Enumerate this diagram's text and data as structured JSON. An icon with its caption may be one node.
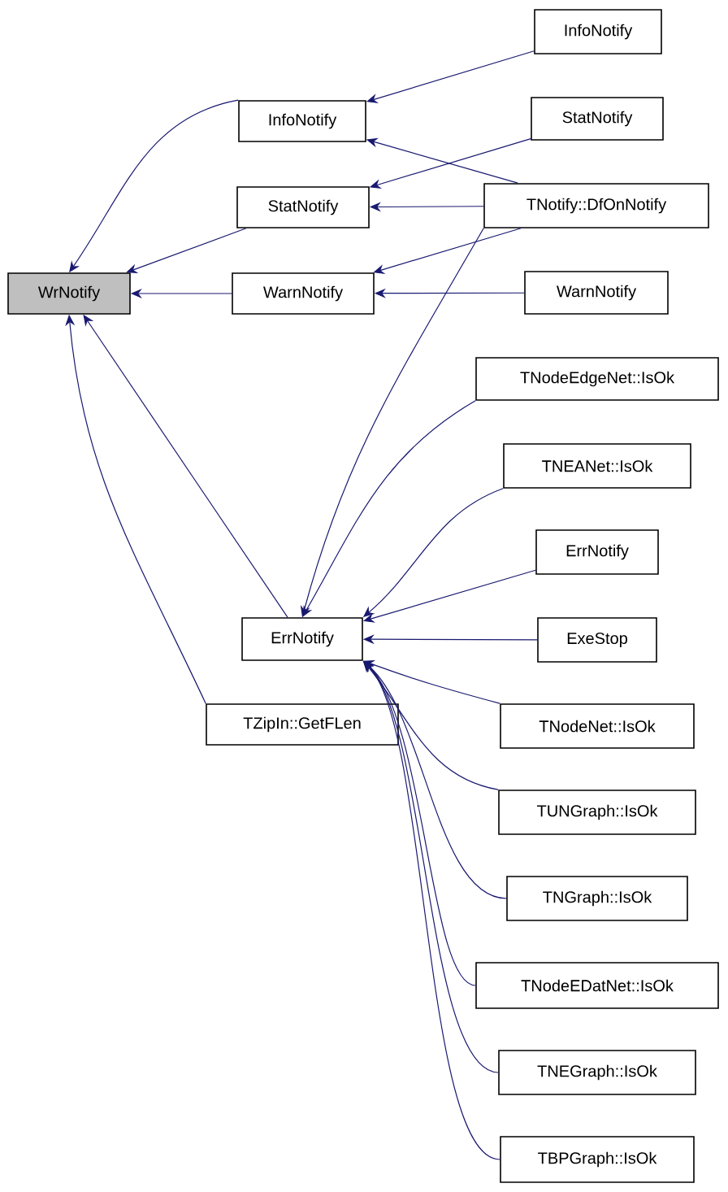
{
  "diagram": {
    "nodes": [
      {
        "text": [
          "WrNotify"
        ]
      },
      {
        "text": [
          "InfoNotify"
        ]
      },
      {
        "text": [
          "StatNotify"
        ]
      },
      {
        "text": [
          "WarnNotify"
        ]
      },
      {
        "text": [
          "ErrNotify"
        ]
      },
      {
        "text": [
          "TZipIn::GetFLen"
        ]
      },
      {
        "text": [
          "InfoNotify"
        ]
      },
      {
        "text": [
          "StatNotify"
        ]
      },
      {
        "text": [
          "TNotify::DfOnNotify"
        ]
      },
      {
        "text": [
          "WarnNotify"
        ]
      },
      {
        "text": [
          "TNodeEdgeNet::IsOk"
        ]
      },
      {
        "text": [
          "TNEANet::IsOk"
        ]
      },
      {
        "text": [
          "ErrNotify"
        ]
      },
      {
        "text": [
          "ExeStop"
        ]
      },
      {
        "text": [
          "TNodeNet::IsOk"
        ]
      },
      {
        "text": [
          "TUNGraph::IsOk"
        ]
      },
      {
        "text": [
          "TNGraph::IsOk"
        ]
      },
      {
        "text": [
          "TNodeEDatNet::IsOk"
        ]
      },
      {
        "text": [
          "TNEGraph::IsOk"
        ]
      },
      {
        "text": [
          "TBPGraph::IsOk"
        ]
      }
    ],
    "edges": [
      {
        "from": 1,
        "to": 0,
        "arrow": "to"
      },
      {
        "from": 2,
        "to": 0,
        "arrow": "to"
      },
      {
        "from": 3,
        "to": 0,
        "arrow": "to"
      },
      {
        "from": 4,
        "to": 0,
        "arrow": "to"
      },
      {
        "from": 5,
        "to": 0,
        "arrow": "to"
      },
      {
        "from": 6,
        "to": 1,
        "arrow": "to"
      },
      {
        "from": 8,
        "to": 1,
        "arrow": "to"
      },
      {
        "from": 7,
        "to": 2,
        "arrow": "to"
      },
      {
        "from": 8,
        "to": 2,
        "arrow": "to"
      },
      {
        "from": 8,
        "to": 3,
        "arrow": "to"
      },
      {
        "from": 9,
        "to": 3,
        "arrow": "to"
      },
      {
        "from": 8,
        "to": 4,
        "arrow": "to"
      },
      {
        "from": 10,
        "to": 4,
        "arrow": "to"
      },
      {
        "from": 11,
        "to": 4,
        "arrow": "to"
      },
      {
        "from": 12,
        "to": 4,
        "arrow": "to"
      },
      {
        "from": 13,
        "to": 4,
        "arrow": "to"
      },
      {
        "from": 14,
        "to": 4,
        "arrow": "to"
      },
      {
        "from": 15,
        "to": 4,
        "arrow": "to"
      },
      {
        "from": 16,
        "to": 4,
        "arrow": "to"
      },
      {
        "from": 17,
        "to": 4,
        "arrow": "to"
      },
      {
        "from": 18,
        "to": 4,
        "arrow": "to"
      },
      {
        "from": 19,
        "to": 4,
        "arrow": "to"
      }
    ]
  }
}
